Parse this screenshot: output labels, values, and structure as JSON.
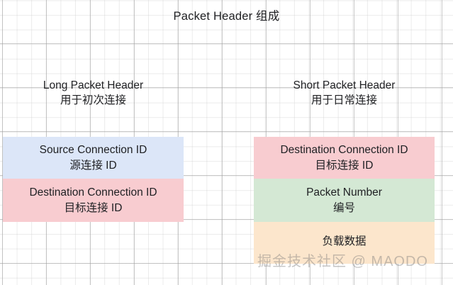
{
  "diagram": {
    "title": "Packet Header 组成",
    "columns": [
      {
        "id": "long-packet-header",
        "heading_en": "Long Packet Header",
        "heading_cn": "用于初次连接",
        "fields": [
          {
            "id": "source-connection-id",
            "label_en": "Source Connection ID",
            "label_cn": "源连接 ID",
            "color": "#dce6f8"
          },
          {
            "id": "destination-connection-id",
            "label_en": "Destination Connection ID",
            "label_cn": "目标连接 ID",
            "color": "#f8ccd0"
          }
        ]
      },
      {
        "id": "short-packet-header",
        "heading_en": "Short Packet Header",
        "heading_cn": "用于日常连接",
        "fields": [
          {
            "id": "destination-connection-id",
            "label_en": "Destination Connection ID",
            "label_cn": "目标连接 ID",
            "color": "#f8ccd0"
          },
          {
            "id": "packet-number",
            "label_en": "Packet Number",
            "label_cn": "编号",
            "color": "#d4e8d4"
          },
          {
            "id": "payload",
            "label_en": "",
            "label_cn": "负载数据",
            "color": "#fce6cc"
          }
        ]
      }
    ]
  },
  "watermark": {
    "text": "掘金技术社区 @ MAODO"
  }
}
